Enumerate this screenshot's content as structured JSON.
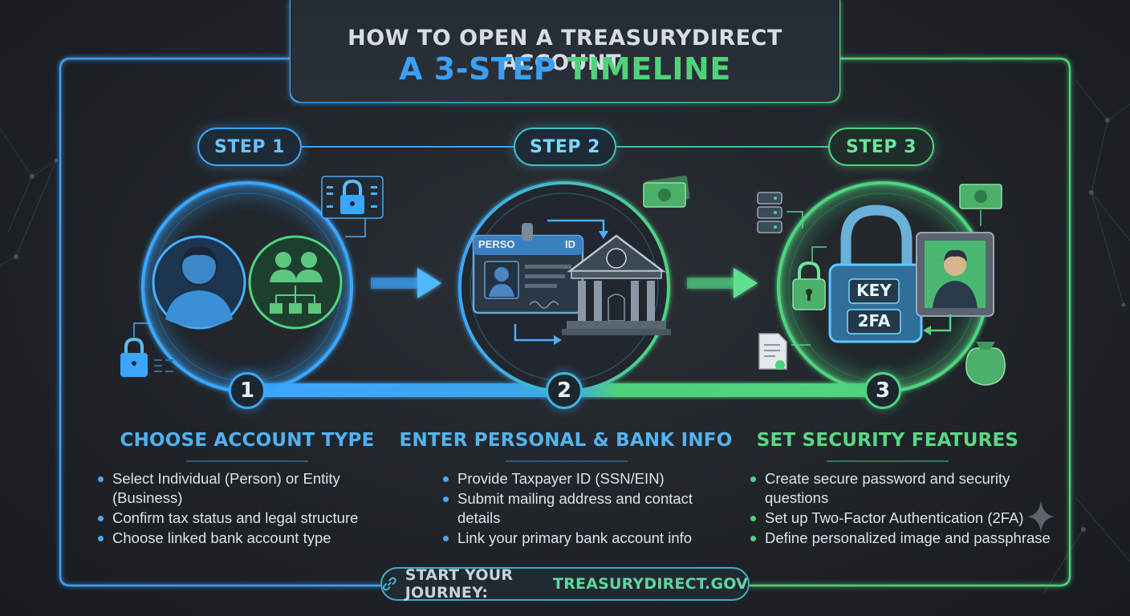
{
  "title": {
    "line1": "HOW TO OPEN A TREASURYDIRECT ACCOUNT:",
    "line2_part1": "A 3-STEP",
    "line2_part2": "TIMELINE"
  },
  "steps": [
    {
      "pill": "STEP 1",
      "number": "1",
      "heading": "CHOOSE ACCOUNT TYPE",
      "bullets": [
        "Select Individual (Person) or Entity (Business)",
        "Confirm tax status and legal structure",
        "Choose linked bank account type"
      ]
    },
    {
      "pill": "STEP 2",
      "number": "2",
      "heading": "ENTER PERSONAL & BANK INFO",
      "id_card_left": "PERSO",
      "id_card_right": "ID",
      "bullets": [
        "Provide Taxpayer ID (SSN/EIN)",
        "Submit mailing address and contact details",
        "Link your primary bank account info"
      ]
    },
    {
      "pill": "STEP 3",
      "number": "3",
      "heading": "SET SECURITY FEATURES",
      "key_label": "KEY",
      "twofa_label": "2FA",
      "bullets": [
        "Create secure password and security questions",
        "Set up Two-Factor Authentication (2FA)",
        "Define personalized image and passphrase"
      ]
    }
  ],
  "footer": {
    "label": "START YOUR JOURNEY:",
    "link": "TREASURYDIRECT.GOV"
  },
  "icons": {
    "link": "link-icon",
    "lock": "padlock-icon",
    "person": "person-icon",
    "group": "group-icon",
    "bank": "bank-icon",
    "money": "banknote-icon",
    "server": "server-icon",
    "document": "document-icon",
    "moneybag": "money-bag-icon",
    "sparkle": "sparkle-icon"
  },
  "colors": {
    "blue": "#3aa0f5",
    "green": "#4fd27a",
    "background": "#1f2328"
  }
}
